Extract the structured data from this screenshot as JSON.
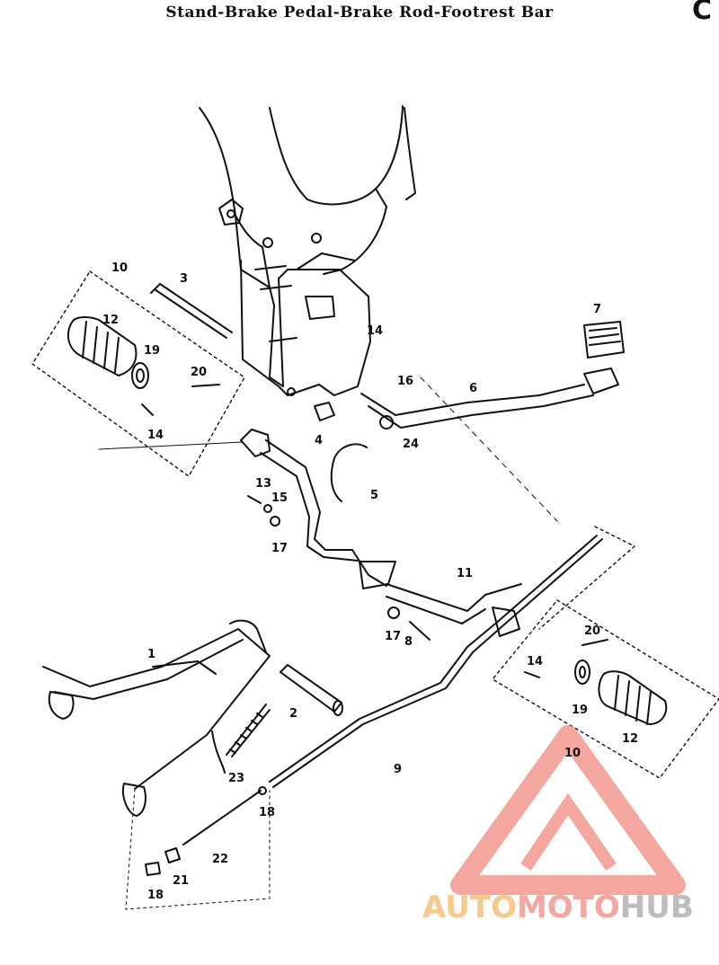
{
  "diagram": {
    "title": "Stand-Brake Pedal-Brake Rod-Footrest Bar",
    "corner_mark": "C",
    "callouts": {
      "c1": "1",
      "c2": "2",
      "c3": "3",
      "c4": "4",
      "c5": "5",
      "c6": "6",
      "c7": "7",
      "c8": "8",
      "c9": "9",
      "c10a": "10",
      "c10b": "10",
      "c11": "11",
      "c12a": "12",
      "c12b": "12",
      "c13": "13",
      "c14a": "14",
      "c14b": "14",
      "c14c": "14",
      "c15": "15",
      "c16": "16",
      "c17a": "17",
      "c17b": "17",
      "c18a": "18",
      "c18b": "18",
      "c19a": "19",
      "c19b": "19",
      "c20a": "20",
      "c20b": "20",
      "c21": "21",
      "c22": "22",
      "c23": "23",
      "c24": "24"
    }
  },
  "watermark": {
    "part1": "AUTO",
    "part2": "MOTO",
    "part3": "HUB",
    "colors": {
      "triangle": "#f08a80",
      "auto": "#f7c98e",
      "moto": "#f4a7a0",
      "hub": "#bdbdbd"
    }
  }
}
